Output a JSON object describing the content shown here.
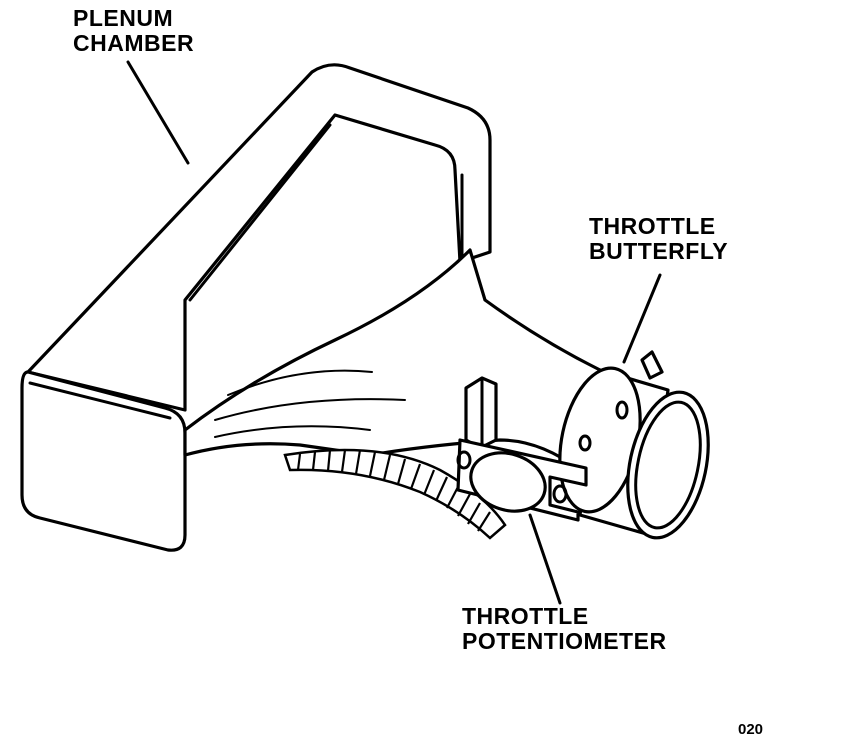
{
  "labels": {
    "plenum_chamber": [
      "PLENUM",
      "CHAMBER"
    ],
    "throttle_butterfly": [
      "THROTTLE",
      "BUTTERFLY"
    ],
    "throttle_potentiometer": [
      "THROTTLE",
      "POTENTIOMETER"
    ]
  },
  "figure_number": "020"
}
